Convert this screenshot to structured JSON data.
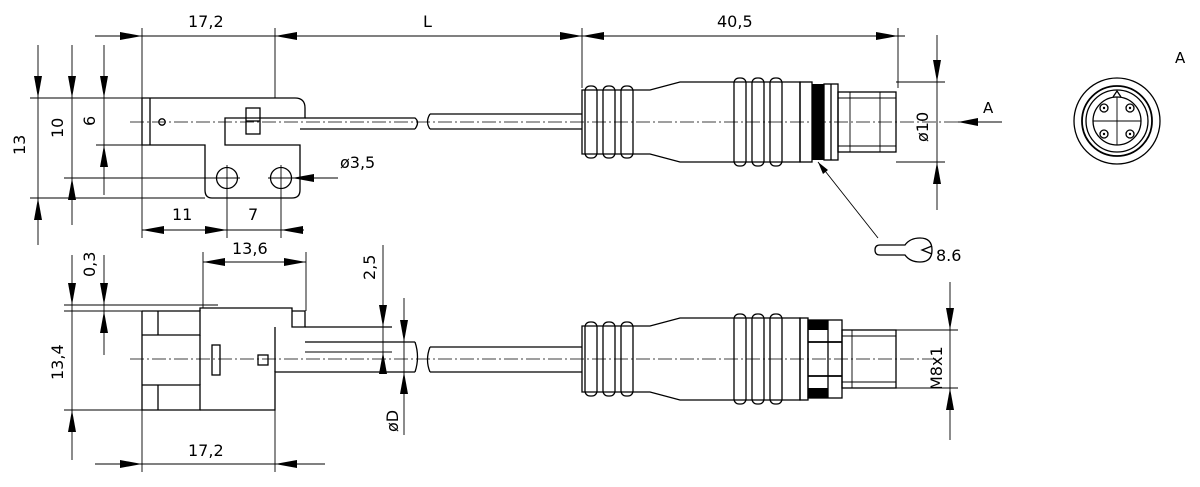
{
  "dimensions": {
    "top_width_left": "17,2",
    "cable_length": "L",
    "connector_length": "40,5",
    "height_13": "13",
    "height_10": "10",
    "height_6": "6",
    "hole_diameter": "ø3,5",
    "spacing_11": "11",
    "spacing_7": "7",
    "connector_dia": "ø10",
    "view_arrow": "A",
    "view_label": "A",
    "wrench_size": "8.6",
    "depth_0_3": "0,3",
    "slot_13_6": "13,6",
    "gap_2_5": "2,5",
    "height_13_4": "13,4",
    "cable_dia": "øD",
    "bottom_width": "17,2",
    "thread": "M8x1"
  }
}
